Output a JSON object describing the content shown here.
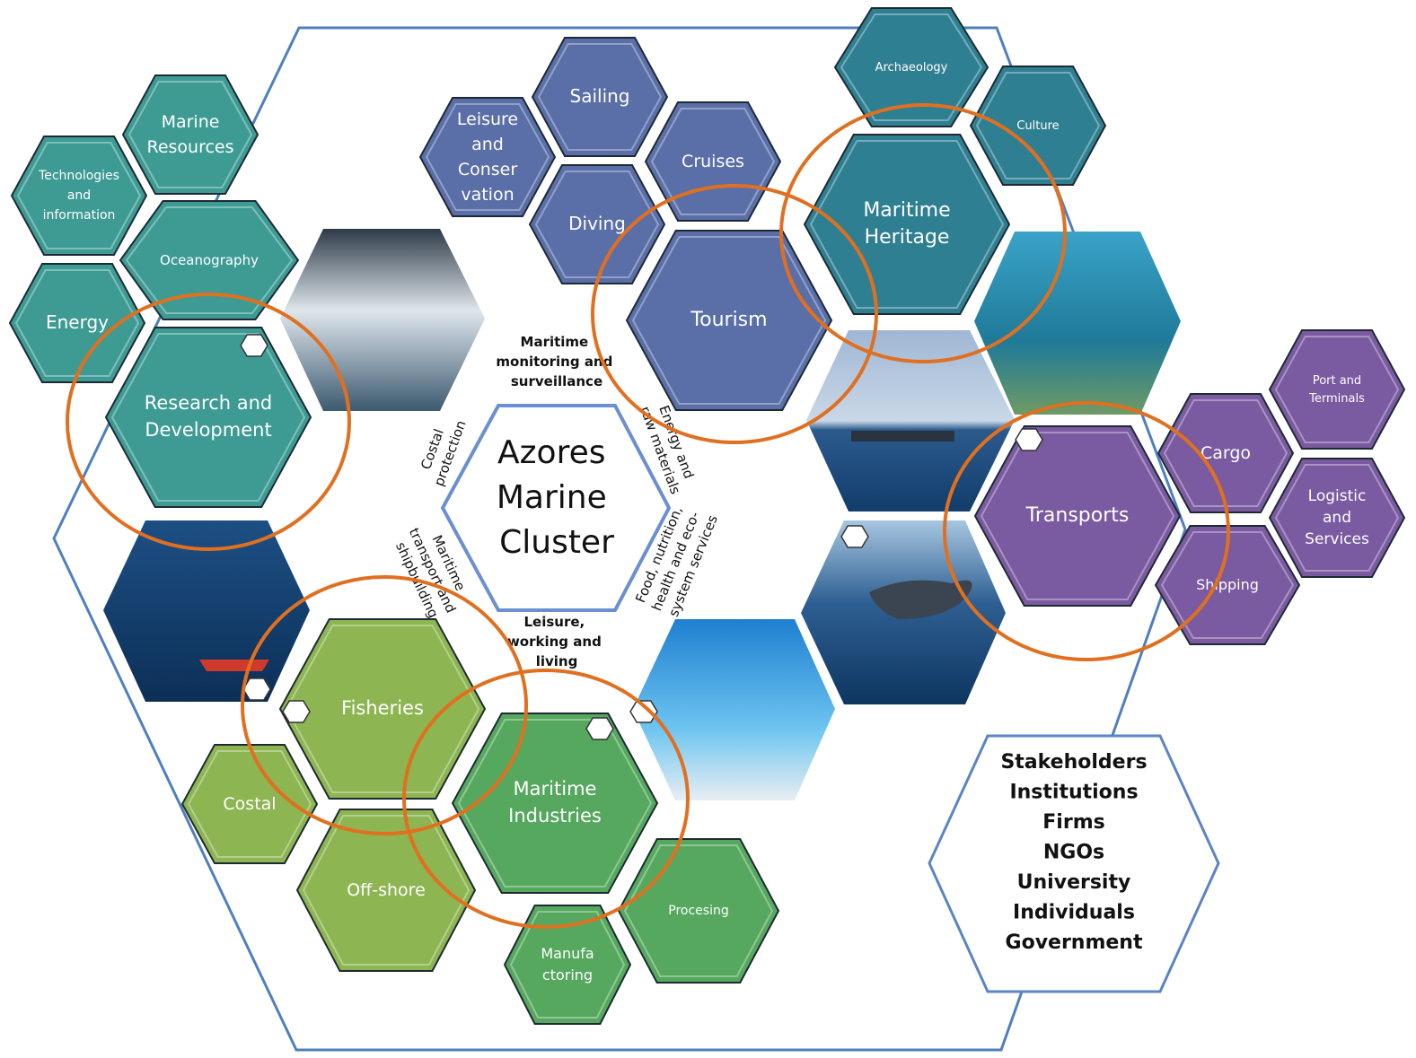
{
  "center": {
    "lines": [
      "Azores",
      "Marine",
      "Cluster"
    ]
  },
  "axes": {
    "top": [
      "Maritime",
      "monitoring and",
      "surveillance"
    ],
    "bottom": [
      "Leisure,",
      "working and",
      "living"
    ],
    "left_upper": [
      "Costal",
      "protection"
    ],
    "left_lower": [
      "Maritime",
      "transport and",
      "shipbuilding"
    ],
    "right_upper": [
      "Energy and",
      "raw materials"
    ],
    "right_lower": [
      "Food, nutrition,",
      "health and eco-",
      "system services"
    ]
  },
  "stakeholders": [
    "Stakeholders",
    "Institutions",
    "Firms",
    "NGOs",
    "University",
    "Individuals",
    "Government"
  ],
  "groups": {
    "research": {
      "color": "#3d9b94",
      "main": [
        "Research and",
        "Development"
      ],
      "subs": {
        "marine_resources": [
          "Marine",
          "Resources"
        ],
        "technologies": [
          "Technologies",
          "and",
          "information"
        ],
        "oceanography": [
          "Oceanography"
        ],
        "energy": [
          "Energy"
        ]
      }
    },
    "tourism": {
      "color": "#5a6ea8",
      "main": [
        "Tourism"
      ],
      "subs": {
        "sailing": [
          "Sailing"
        ],
        "leisure": [
          "Leisure",
          "and",
          "Conser",
          "vation"
        ],
        "cruises": [
          "Cruises"
        ],
        "diving": [
          "Diving"
        ]
      }
    },
    "heritage": {
      "color": "#2f7f92",
      "main": [
        "Maritime",
        "Heritage"
      ],
      "subs": {
        "archaeology": [
          "Archaeology"
        ],
        "culture": [
          "Culture"
        ]
      }
    },
    "transports": {
      "color": "#7a5aa0",
      "main": [
        "Transports"
      ],
      "subs": {
        "port": [
          "Port and",
          "Terminals"
        ],
        "cargo": [
          "Cargo"
        ],
        "logistic": [
          "Logistic",
          "and",
          "Services"
        ],
        "shipping": [
          "Shipping"
        ]
      }
    },
    "fisheries": {
      "color": "#8db552",
      "main": [
        "Fisheries"
      ],
      "subs": {
        "costal": [
          "Costal"
        ],
        "offshore": [
          "Off-shore"
        ]
      }
    },
    "industries": {
      "color": "#55a85e",
      "main": [
        "Maritime",
        "Industries"
      ],
      "subs": {
        "procesing": [
          "Procesing"
        ],
        "manufacturing": [
          "Manufa",
          "ctoring"
        ]
      }
    }
  },
  "photos": [
    "waves-photo",
    "ship-photo",
    "underwater-photo",
    "whale-photo",
    "fishing-boat-photo",
    "net-photo"
  ],
  "highlight_color": "#e07020",
  "frame_color": "#4f7fbf"
}
